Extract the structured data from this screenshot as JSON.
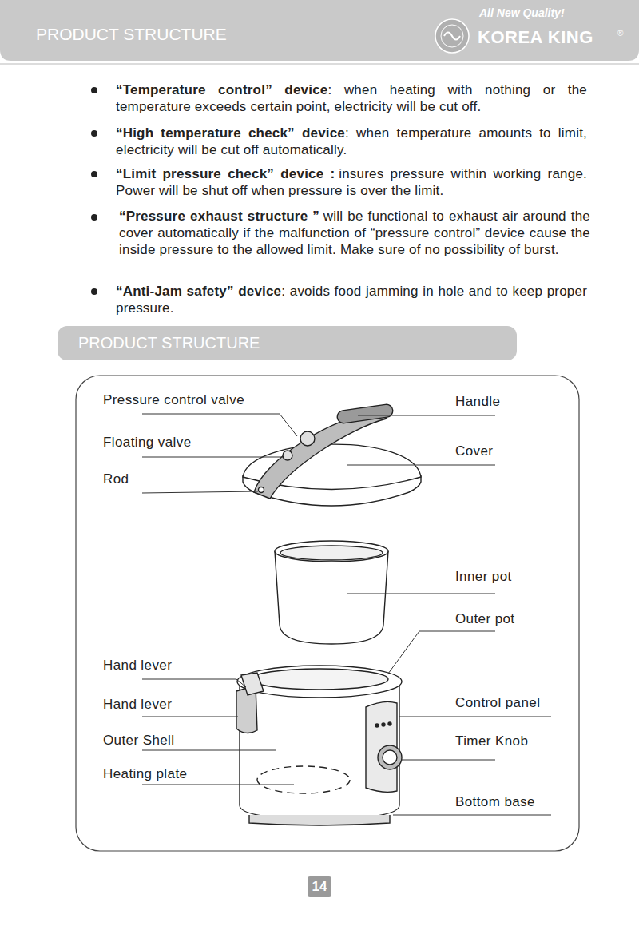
{
  "diagram": {
    "title": "PRODUCT STRUCTURE",
    "nodes": [
      {
        "text": [
          "PRODUCT STRUCTURE"
        ]
      },
      {
        "text": [
          "14"
        ]
      }
    ],
    "labels": [
      "All New Quality!",
      "KOREA KING",
      "®",
      "“Temperature control” device",
      ": when heating with nothing or the temperature exceeds certain point, electricity will be cut off.",
      "“High temperature check” device",
      ": when temperature amounts to limit, electricity will be cut off automatically.",
      "“Limit pressure check” device :",
      "insures pressure within working range. Power will be shut off when pressure is over the limit.",
      "“Pressure exhaust structure ”",
      "will be functional to exhaust air around the cover automatically if the malfunction of “pressure control” device cause the inside pressure to the allowed limit. Make sure of no possibility of burst.",
      "“Anti-Jam safety” device",
      ": avoids food jamming in hole and to keep proper pressure.",
      "Pressure control valve",
      "Floating valve",
      "Rod",
      "Hand lever",
      "Hand lever",
      "Outer Shell",
      "Heating plate",
      "Handle",
      "Cover",
      "Inner pot",
      "Outer pot",
      "Control panel",
      "Timer Knob",
      "Bottom base"
    ]
  }
}
